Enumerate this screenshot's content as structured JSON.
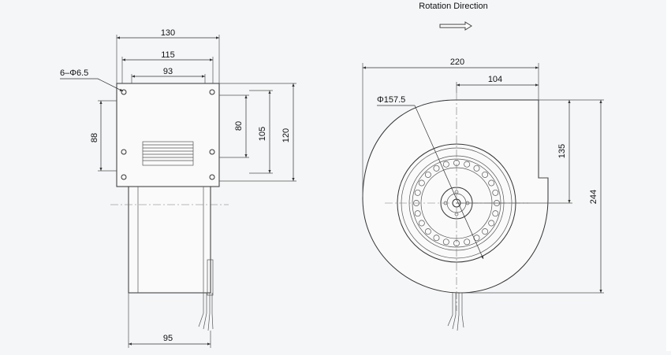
{
  "title": "Rotation  Direction",
  "side_view": {
    "holes_label": "6–Φ6.5",
    "dim_130": "130",
    "dim_115": "115",
    "dim_93": "93",
    "dim_88": "88",
    "dim_80": "80",
    "dim_105": "105",
    "dim_120": "120",
    "dim_95": "95"
  },
  "front_view": {
    "dim_220": "220",
    "dim_104": "104",
    "dia_label": "Φ157.5",
    "dim_135": "135",
    "dim_244": "244"
  },
  "colors": {
    "background": "#f4f6f8",
    "line": "#333333"
  },
  "icons": {
    "rotation": "rotation-arrow-icon"
  }
}
